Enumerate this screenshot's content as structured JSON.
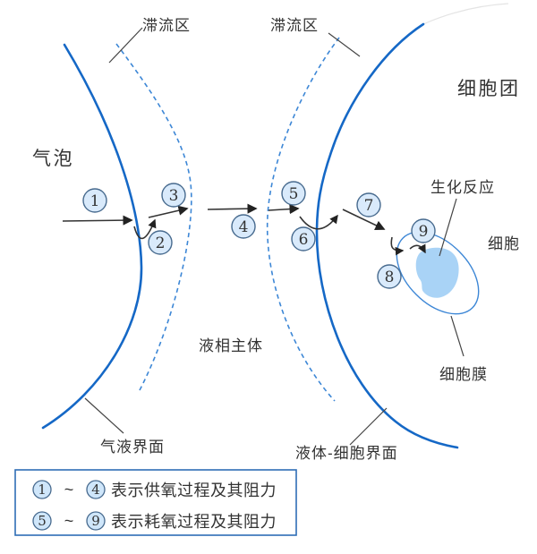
{
  "diagram": {
    "labels": {
      "stagnant_zone_left": "滞流区",
      "stagnant_zone_right": "滞流区",
      "gas_bubble": "气泡",
      "cell_cluster": "细胞团",
      "liquid_bulk": "液相主体",
      "biochemical_reaction": "生化反应",
      "cell": "细胞",
      "cell_membrane": "细胞膜",
      "gas_liquid_interface": "气液界面",
      "liquid_cell_interface": "液体-细胞界面"
    },
    "marker_labels": [
      "1",
      "2",
      "3",
      "4",
      "5",
      "6",
      "7",
      "8",
      "9"
    ]
  },
  "legend": {
    "rows": [
      {
        "from": "1",
        "tilde": "~",
        "to": "4",
        "text": "表示供氧过程及其阻力"
      },
      {
        "from": "5",
        "tilde": "~",
        "to": "9",
        "text": "表示耗氧过程及其阻力"
      }
    ]
  },
  "colors": {
    "curve_solid": "#1568c6",
    "curve_dashed": "#3d87d6",
    "marker_fill": "#d9eafb",
    "marker_stroke": "#476a8e",
    "reaction_blob_fill": "#a9d3f6",
    "arrow": "#333333",
    "text": "#333333",
    "legend_border": "#2e6db5"
  }
}
